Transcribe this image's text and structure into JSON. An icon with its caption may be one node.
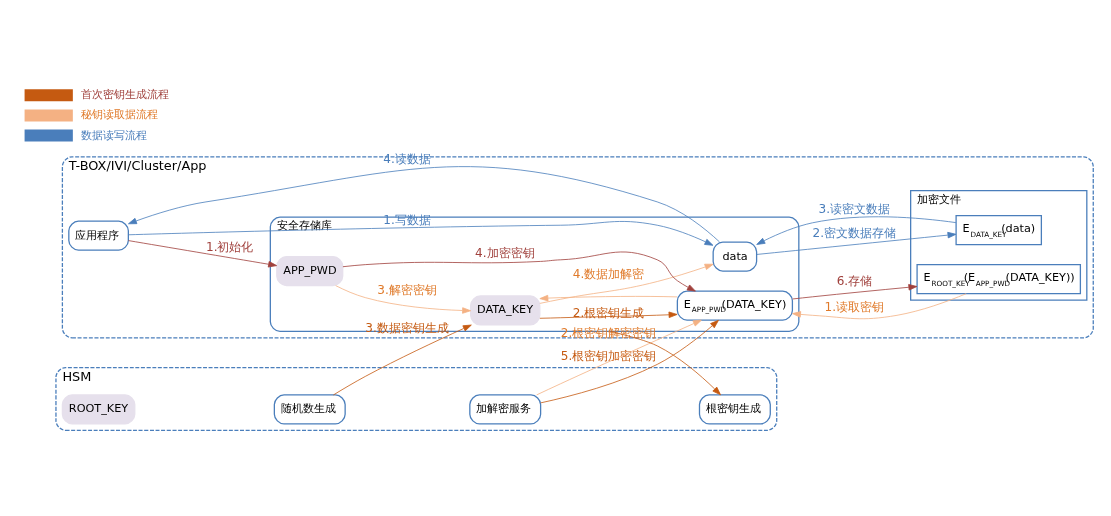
{
  "diagram": {
    "nodes": [
      {
        "text": [
          "HSM"
        ]
      },
      {
        "text": [
          "ROOT_KEY"
        ],
        "in": 0
      },
      {
        "text": [
          "根密钥生成"
        ],
        "in": 0
      },
      {
        "text": [
          "随机数生成"
        ],
        "in": 0
      },
      {
        "text": [
          "加解密服务"
        ],
        "in": 0
      },
      {
        "text": [
          "T-BOX/IVI/Cluster/App"
        ]
      },
      {
        "text": [
          "应用程序"
        ],
        "in": 5
      },
      {
        "text": [
          "安全存储库"
        ],
        "in": 5
      },
      {
        "text": [
          "DATA_KEY"
        ],
        "in": 7
      },
      {
        "text": [
          "data"
        ],
        "in": 7
      },
      {
        "text": [
          "APP_PWD"
        ],
        "in": 7
      },
      {
        "text": [
          "E$_{APP_PWD}$(DATA_KEY)"
        ],
        "in": 7
      },
      {
        "text": [
          "加密文件"
        ],
        "in": 5
      },
      {
        "text": [
          "E$_{ROOT_KEY}$(E$_{APP_PWD}$(DATA_KEY))"
        ],
        "in": 12
      },
      {
        "text": [
          "E$_{DATA_KEY}$(data)"
        ],
        "in": 12
      }
    ],
    "edges": [
      {
        "from": 7,
        "to": 2,
        "arrow": "to",
        "label": "2.根密钥生成",
        "color": "#c55a11"
      },
      {
        "from": 3,
        "to": 8,
        "arrow": "to",
        "label": "3.数据密钥生成",
        "color": "#c55a11"
      },
      {
        "from": 6,
        "to": 10,
        "arrow": "to",
        "label": "1.初始化",
        "color": "#a0403c"
      },
      {
        "from": 10,
        "to": 11,
        "arrow": "to",
        "label": "4.加密密钥",
        "color": "#a0403c"
      },
      {
        "from": 8,
        "to": 11,
        "arrow": "to",
        "color": "#c55a11"
      },
      {
        "from": 10,
        "to": 8,
        "arrow": "to",
        "label": "3.解密密钥"
      },
      {
        "from": 11,
        "to": 8,
        "arrow": "to"
      },
      {
        "from": 4,
        "to": 11,
        "arrow": "to",
        "label": "5.根密钥加密密钥",
        "color": "#c55a11"
      },
      {
        "from": 4,
        "to": 11,
        "arrow": "to",
        "label": "2.根密钥解密密钥"
      },
      {
        "from": 11,
        "to": 13,
        "arrow": "to",
        "label": "6.存储",
        "color": "#a0403c"
      },
      {
        "from": 13,
        "to": 11,
        "arrow": "to",
        "label": "1.读取密钥"
      },
      {
        "from": 8,
        "to": 9,
        "arrow": "to",
        "label": "4.数据加解密"
      },
      {
        "from": 6,
        "to": 9,
        "arrow": "to",
        "label": "1.写数据",
        "color": "#4a7ebb"
      },
      {
        "from": 9,
        "to": 6,
        "arrow": "to",
        "label": "4.读数据",
        "color": "#4a7ebb"
      },
      {
        "from": 9,
        "to": 14,
        "arrow": "to",
        "label": "2.密文数据存储",
        "color": "#4a7ebb"
      },
      {
        "from": 14,
        "to": 9,
        "arrow": "to",
        "label": "3.读密文数据",
        "color": "#4a7ebb"
      }
    ],
    "legend": [
      {
        "text": "首次密钥生成流程"
      },
      {
        "text": "秘钥读取据流程"
      },
      {
        "text": "数据读写流程"
      }
    ]
  }
}
